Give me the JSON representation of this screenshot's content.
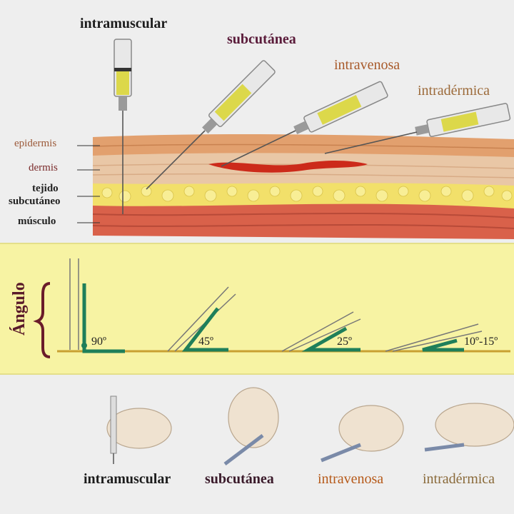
{
  "top": {
    "injections": {
      "intramuscular": "intramuscular",
      "subcutanea": "subcutánea",
      "intravenosa": "intravenosa",
      "intradermica": "intradérmica"
    },
    "layers": {
      "epidermis": "epidermis",
      "dermis": "dermis",
      "tejido_line1": "tejido",
      "tejido_line2": "subcutáneo",
      "musculo": "músculo"
    }
  },
  "middle": {
    "title": "Ángulo",
    "angles": [
      "90º",
      "45º",
      "25º",
      "10º-15º"
    ]
  },
  "bottom": {
    "labels": [
      "intramuscular",
      "subcutánea",
      "intravenosa",
      "intradérmica"
    ]
  },
  "colors": {
    "muscle": "#d9614a",
    "fat": "#f2e06a",
    "dermis": "#e9c7a6",
    "epidermis": "#e2a06e",
    "vein": "#cc2a1a",
    "angle_green": "#1f7f5a",
    "syringe_yellow": "#dcd84a",
    "mid_bg": "#f7f3a3"
  }
}
